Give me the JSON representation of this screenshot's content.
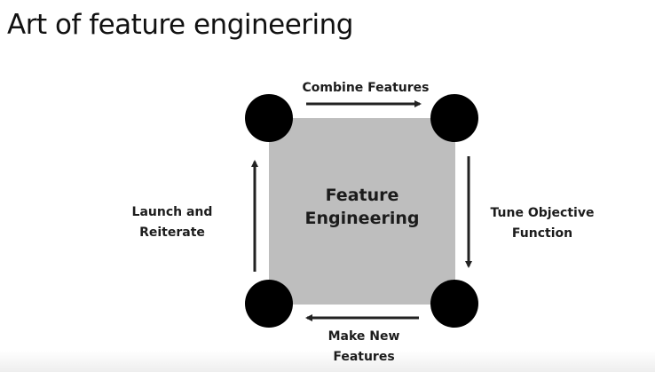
{
  "slide": {
    "title": "Art of feature engineering"
  },
  "diagram": {
    "center": {
      "line1": "Feature",
      "line2": "Engineering"
    },
    "steps": {
      "combine": "Combine Features",
      "tune": {
        "line1": "Tune Objective",
        "line2": "Function"
      },
      "make": {
        "line1": "Make New",
        "line2": "Features"
      },
      "launch": {
        "line1": "Launch and",
        "line2": "Reiterate"
      }
    },
    "colors": {
      "box_fill": "#bebebe",
      "node_fill": "#000000",
      "arrow": "#222222",
      "text": "#1c1c1c"
    }
  }
}
